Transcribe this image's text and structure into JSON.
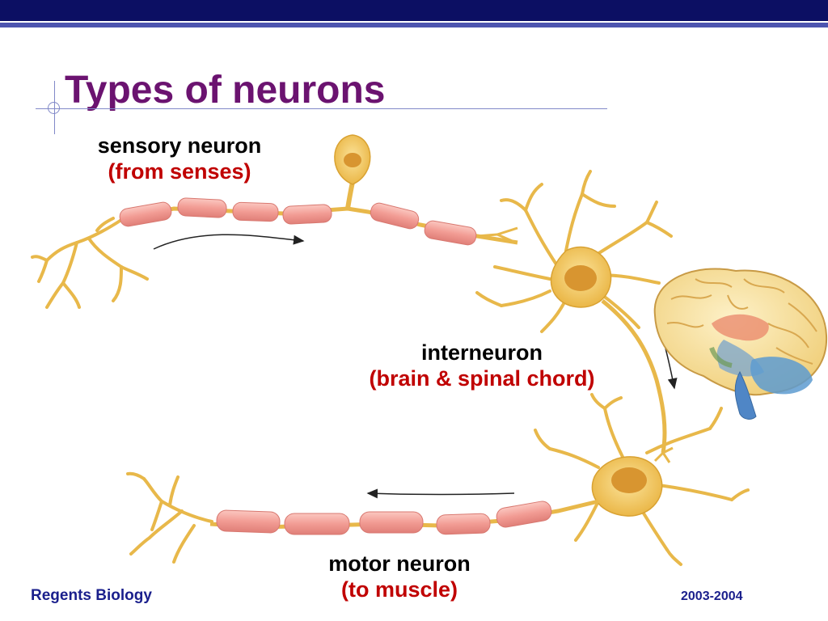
{
  "slide": {
    "title": "Types of neurons",
    "footer_left": "Regents Biology",
    "footer_right": "2003-2004"
  },
  "labels": {
    "sensory": {
      "name": "sensory neuron",
      "note": "(from senses)"
    },
    "inter": {
      "name": "interneuron",
      "note": "(brain & spinal chord)"
    },
    "motor": {
      "name": "motor neuron",
      "note": "(to muscle)"
    }
  },
  "colors": {
    "header_bar": "#0c0f63",
    "title": "#6b1370",
    "note_text": "#c00000",
    "footer_text": "#1a1f8c",
    "neuron_body": "#f2c25a",
    "myelin": "#f2a09a"
  }
}
